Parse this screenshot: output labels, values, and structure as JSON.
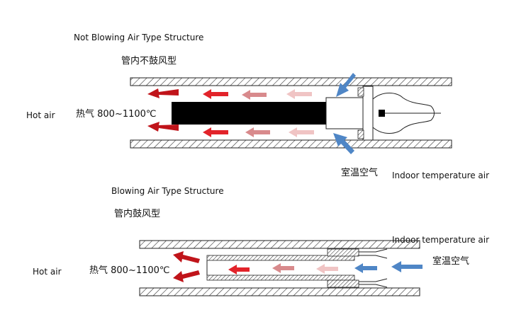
{
  "top_section": {
    "title": "Not Blowing Air Type Structure",
    "subtitle_cn": "管内不鼓风型",
    "hot_air_label": "Hot air",
    "hot_air_temp": "热气 800~1100℃",
    "room_air_cn": "室温空气",
    "room_air_en": "Indoor temperature air"
  },
  "bottom_section": {
    "title": "Blowing Air Type Structure",
    "subtitle_cn": "管内鼓风型",
    "hot_air_label": "Hot air",
    "hot_air_temp": "热气 800~1100℃",
    "room_air_cn": "室温空气",
    "room_air_en": "Indoor temperature air"
  },
  "colors": {
    "hot_arrow": "#c0141a",
    "warm_arrow": "#e2232a",
    "cooling_arrow": "#d88a8c",
    "faint_arrow": "#f0c4c4",
    "cool_arrow": "#4f86c6",
    "heater_body": "#000000",
    "pipe_hatch": "#333333"
  }
}
